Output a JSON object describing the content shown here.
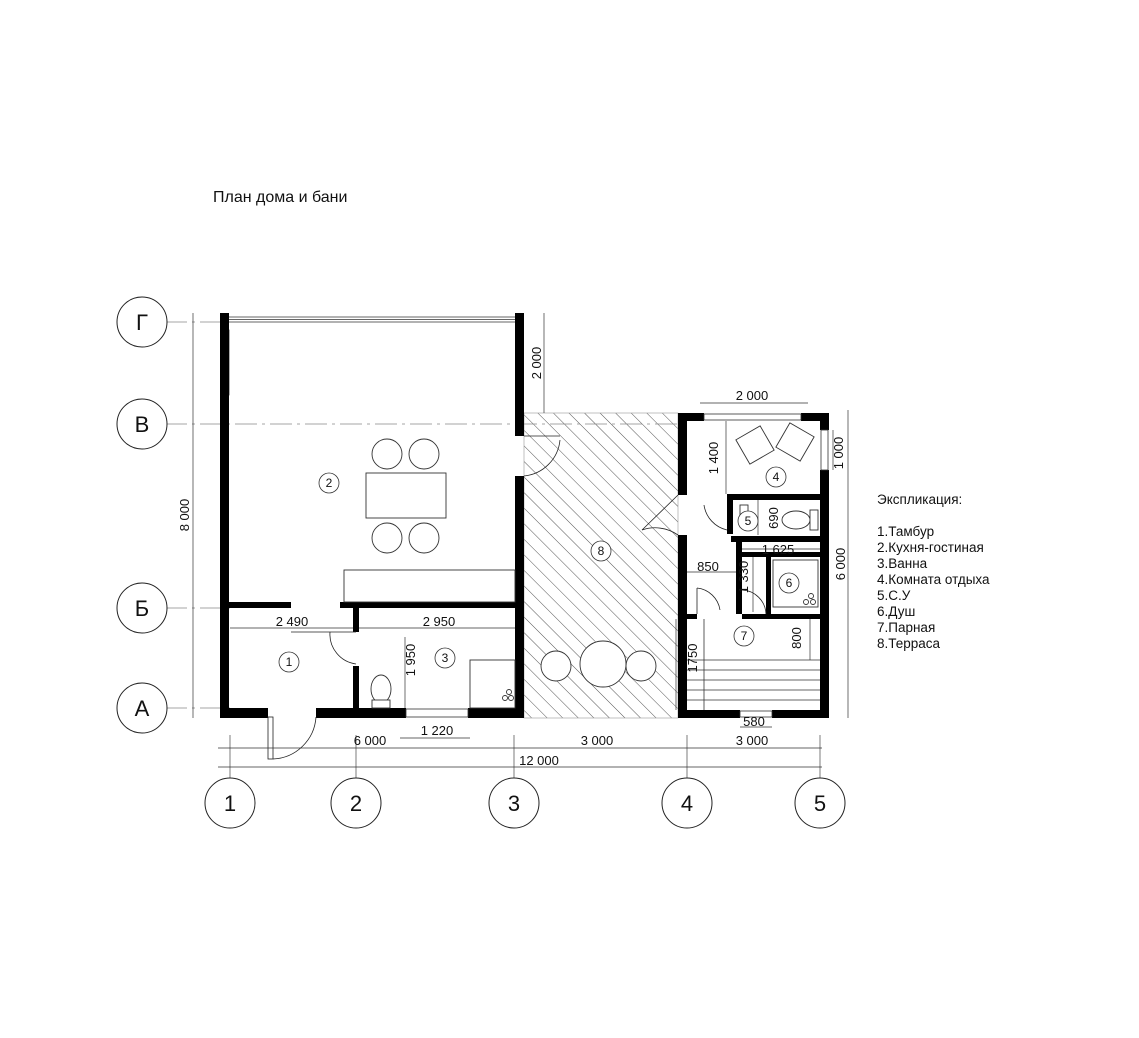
{
  "title": "План дома и бани",
  "legend": {
    "heading": "Экспликация:",
    "items": [
      "1.Тамбур",
      "2.Кухня-гостиная",
      "3.Ванна",
      "4.Комната отдыха",
      "5.С.У",
      "6.Душ",
      "7.Парная",
      "8.Терраса"
    ]
  },
  "axes": {
    "rows": [
      "Г",
      "В",
      "Б",
      "А"
    ],
    "columns": [
      "1",
      "2",
      "3",
      "4",
      "5"
    ]
  },
  "rooms": [
    "1",
    "2",
    "3",
    "4",
    "5",
    "6",
    "7",
    "8"
  ],
  "dimensions": {
    "house_width": "6 000",
    "terrace_width": "3 000",
    "bath_width": "3 000",
    "total_width": "12 000",
    "house_depth": "8 000",
    "bath_depth": "6 000",
    "overhang": "2 000",
    "rest_room_width": "2 000",
    "rest_window": "1 000",
    "rest_depth": "1 400",
    "vestibule_width": "2 490",
    "bathroom_width": "2 950",
    "bathroom_depth": "1 950",
    "bath_window": "1 220",
    "wc_depth": "690",
    "shower_width": "1 625",
    "steam_offset": "850",
    "shower_depth": "1 330",
    "steam_front": "1750",
    "steam_bench": "800",
    "steam_window": "580"
  }
}
